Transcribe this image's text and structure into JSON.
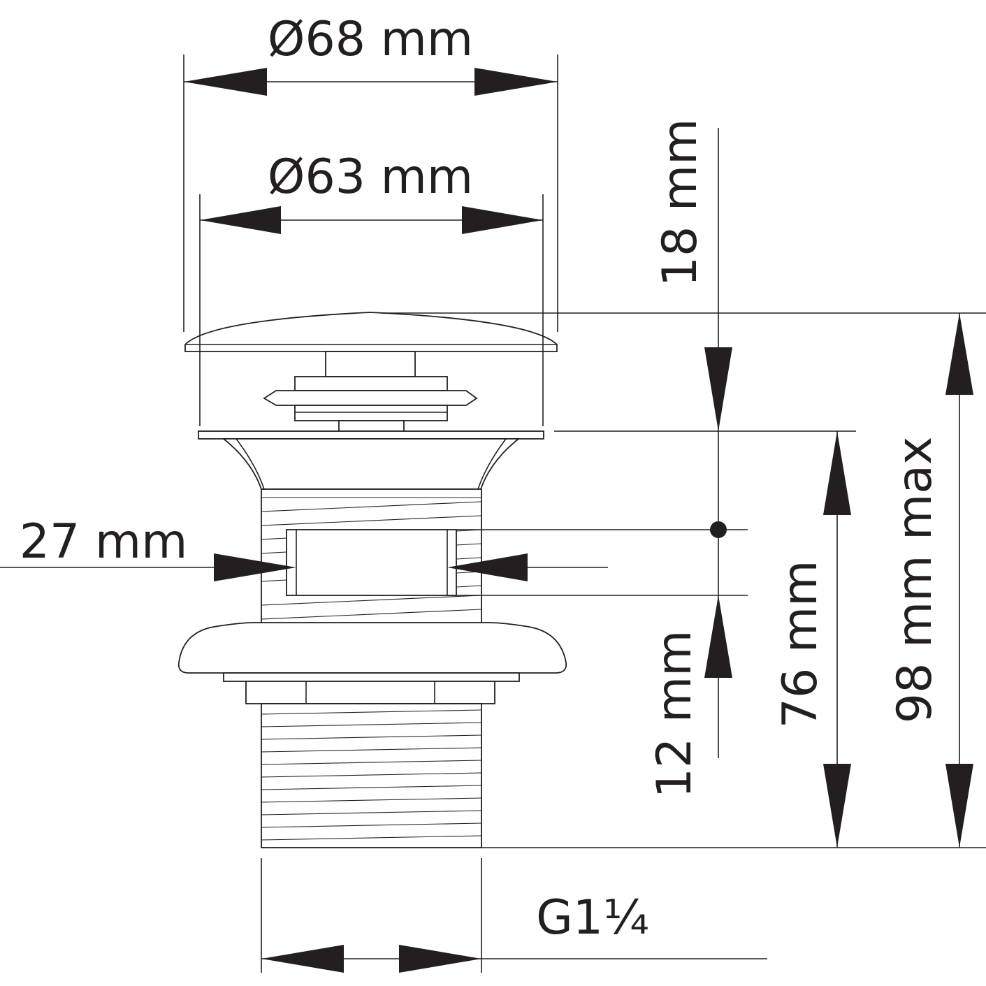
{
  "dimensions": {
    "cap_diameter": "Ø68 mm",
    "flange_diameter": "Ø63 mm",
    "cap_height": "18 mm",
    "overflow_height": "12 mm",
    "body_height": "76 mm",
    "max_height": "98 mm max",
    "overflow_width": "27 mm",
    "thread": "G1¼"
  },
  "colors": {
    "line": "#231f20",
    "background": "#ffffff"
  }
}
